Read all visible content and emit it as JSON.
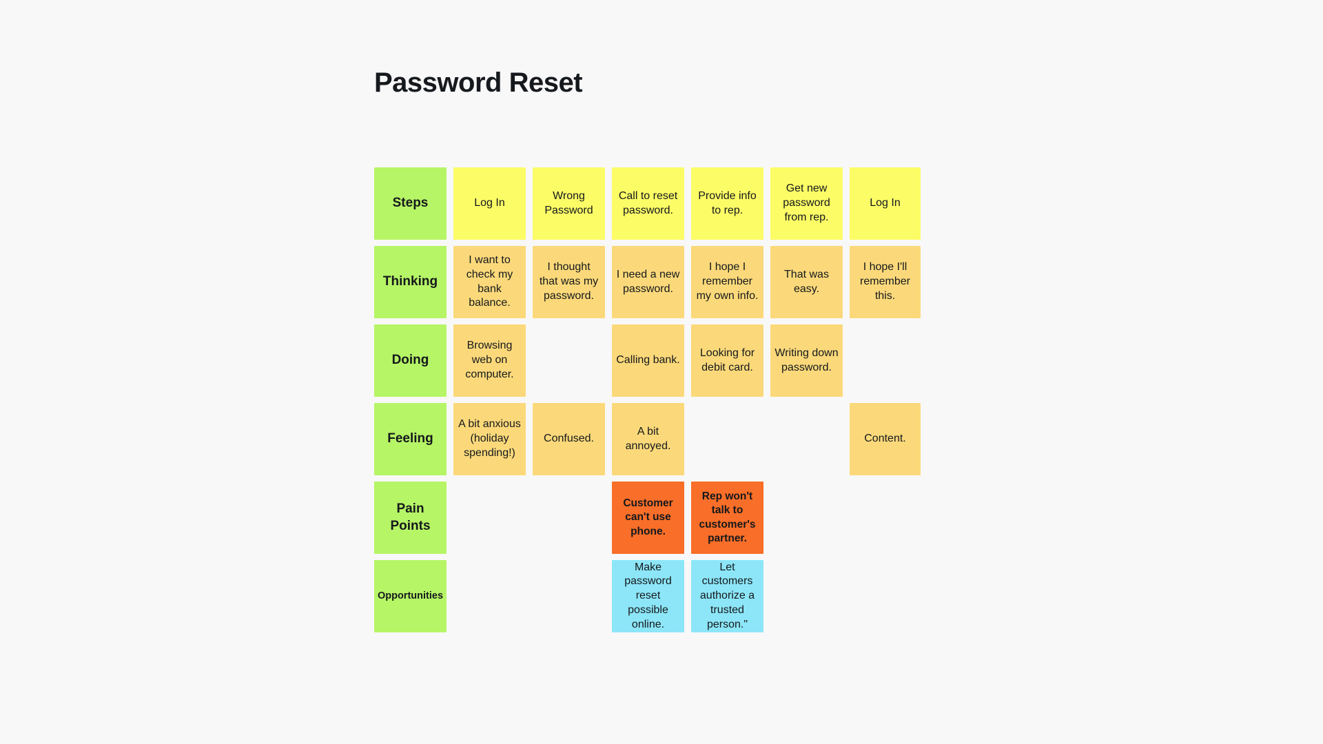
{
  "page": {
    "title": "Password Reset",
    "background_color": "#f8f8f8"
  },
  "palette": {
    "label_green": "#b6f566",
    "step_yellow": "#fcfc66",
    "note_amber": "#fbd97a",
    "pain_orange": "#f96e28",
    "opportunity_cyan": "#8ce6f7"
  },
  "board": {
    "row_labels": [
      "Steps",
      "Thinking",
      "Doing",
      "Feeling",
      "Pain Points",
      "Opportunities"
    ],
    "rows": [
      {
        "label": "Steps",
        "color": "step_yellow",
        "cells": [
          "Log In",
          "Wrong Password",
          "Call to reset password.",
          "Provide info to rep.",
          "Get new password from rep.",
          "Log In"
        ]
      },
      {
        "label": "Thinking",
        "color": "note_amber",
        "cells": [
          "I want to check my bank balance.",
          "I thought that was my password.",
          "I need a new password.",
          "I hope I remember my own info.",
          "That was easy.",
          "I hope I'll remember this."
        ]
      },
      {
        "label": "Doing",
        "color": "note_amber",
        "cells": [
          "Browsing web on computer.",
          "",
          "Calling bank.",
          "Looking for debit card.",
          "Writing down password.",
          ""
        ]
      },
      {
        "label": "Feeling",
        "color": "note_amber",
        "cells": [
          "A bit anxious (holiday spending!)",
          "Confused.",
          "A bit annoyed.",
          "",
          "",
          "Content."
        ]
      },
      {
        "label": "Pain Points",
        "color": "pain_orange",
        "cells": [
          "",
          "",
          "Customer can't use phone.",
          "Rep won't talk to customer's partner.",
          "",
          ""
        ]
      },
      {
        "label": "Opportunities",
        "color": "opportunity_cyan",
        "cells": [
          "",
          "",
          "Make password reset possible online.",
          "Let customers authorize a trusted person.\"",
          "",
          ""
        ]
      }
    ]
  }
}
